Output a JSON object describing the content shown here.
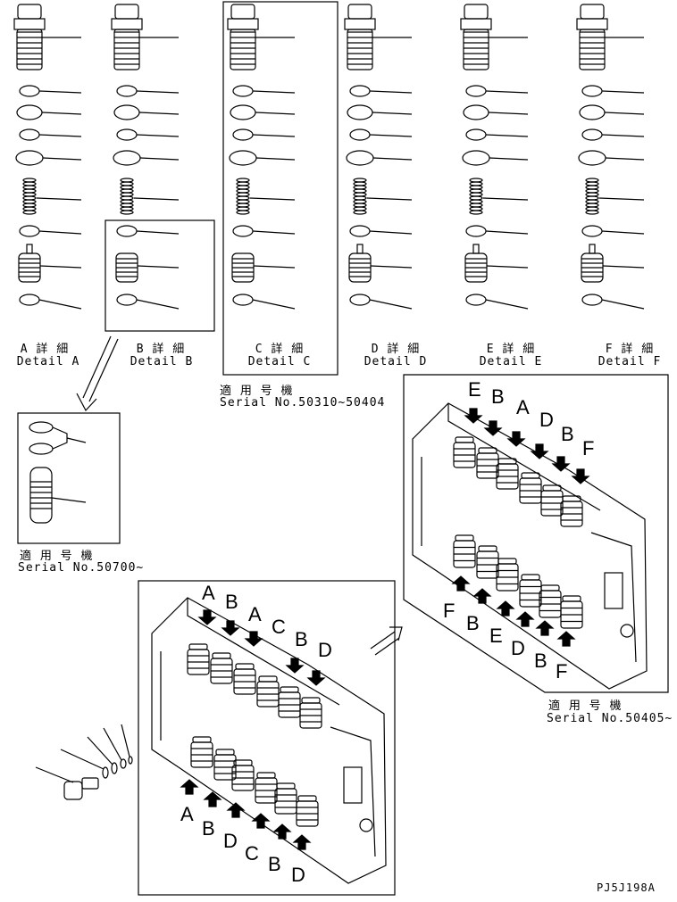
{
  "details": [
    {
      "jp": "A 詳 細",
      "en": "Detail A"
    },
    {
      "jp": "B 詳 細",
      "en": "Detail B"
    },
    {
      "jp": "C 詳 細",
      "en": "Detail C"
    },
    {
      "jp": "D 詳 細",
      "en": "Detail D"
    },
    {
      "jp": "E 詳 細",
      "en": "Detail E"
    },
    {
      "jp": "F 詳 細",
      "en": "Detail F"
    }
  ],
  "serial_blocks": [
    {
      "jp": "適 用 号 機",
      "serial": "Serial No.50310~50404"
    },
    {
      "jp": "適 用 号 機",
      "serial": "Serial No.50700~"
    },
    {
      "jp": "適 用 号 機",
      "serial": "Serial No.50405~"
    }
  ],
  "valve_top_letters_main": [
    "A",
    "B",
    "A",
    "C",
    "B",
    "D"
  ],
  "valve_bottom_letters_main": [
    "A",
    "B",
    "D",
    "C",
    "B",
    "D"
  ],
  "valve_top_letters_alt": [
    "E",
    "B",
    "A",
    "D",
    "B",
    "F"
  ],
  "valve_bottom_letters_alt": [
    "F",
    "B",
    "E",
    "D",
    "B",
    "F"
  ],
  "drawing_code": "PJ5J198A"
}
